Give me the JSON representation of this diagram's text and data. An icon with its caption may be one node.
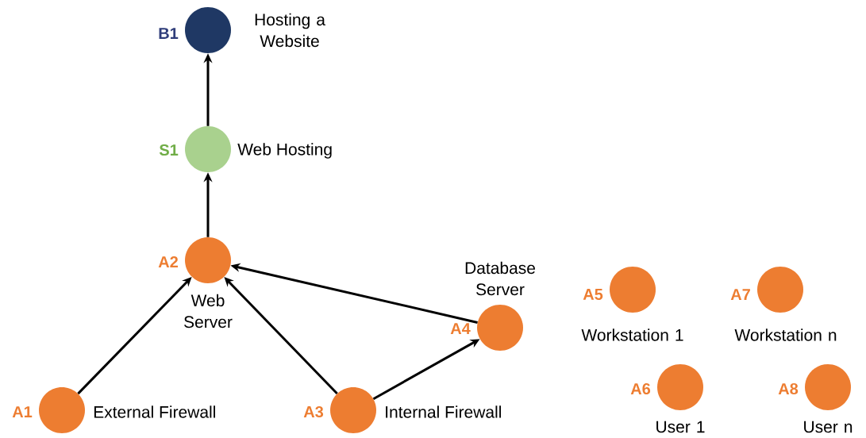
{
  "diagram": {
    "nodes": [
      {
        "text": [],
        "shape": "circle",
        "beside": [
          "B1",
          "Hosting a Website"
        ]
      },
      {
        "text": [],
        "shape": "circle",
        "beside": [
          "S1",
          "Web Hosting"
        ]
      },
      {
        "text": [],
        "shape": "circle",
        "beside": [
          "A2",
          "Web Server"
        ]
      },
      {
        "text": [],
        "shape": "circle",
        "beside": [
          "Database Server",
          "A4"
        ]
      },
      {
        "text": [],
        "shape": "circle",
        "beside": [
          "A5",
          "Workstation 1"
        ]
      },
      {
        "text": [],
        "shape": "circle",
        "beside": [
          "A7",
          "Workstation n"
        ]
      },
      {
        "text": [],
        "shape": "circle",
        "beside": [
          "A1",
          "External Firewall"
        ]
      },
      {
        "text": [],
        "shape": "circle",
        "beside": [
          "A3",
          "Internal Firewall"
        ]
      },
      {
        "text": [],
        "shape": "circle",
        "beside": [
          "A6",
          "User 1"
        ]
      },
      {
        "text": [],
        "shape": "circle",
        "beside": [
          "A8",
          "User n"
        ]
      }
    ],
    "edges": [
      {
        "from": 1,
        "to": 0,
        "arrow": "to"
      },
      {
        "from": 2,
        "to": 1,
        "arrow": "to"
      },
      {
        "from": 6,
        "to": 2,
        "arrow": "to"
      },
      {
        "from": 7,
        "to": 2,
        "arrow": "to"
      },
      {
        "from": 3,
        "to": 2,
        "arrow": "to"
      },
      {
        "from": 7,
        "to": 3,
        "arrow": "to"
      }
    ]
  }
}
